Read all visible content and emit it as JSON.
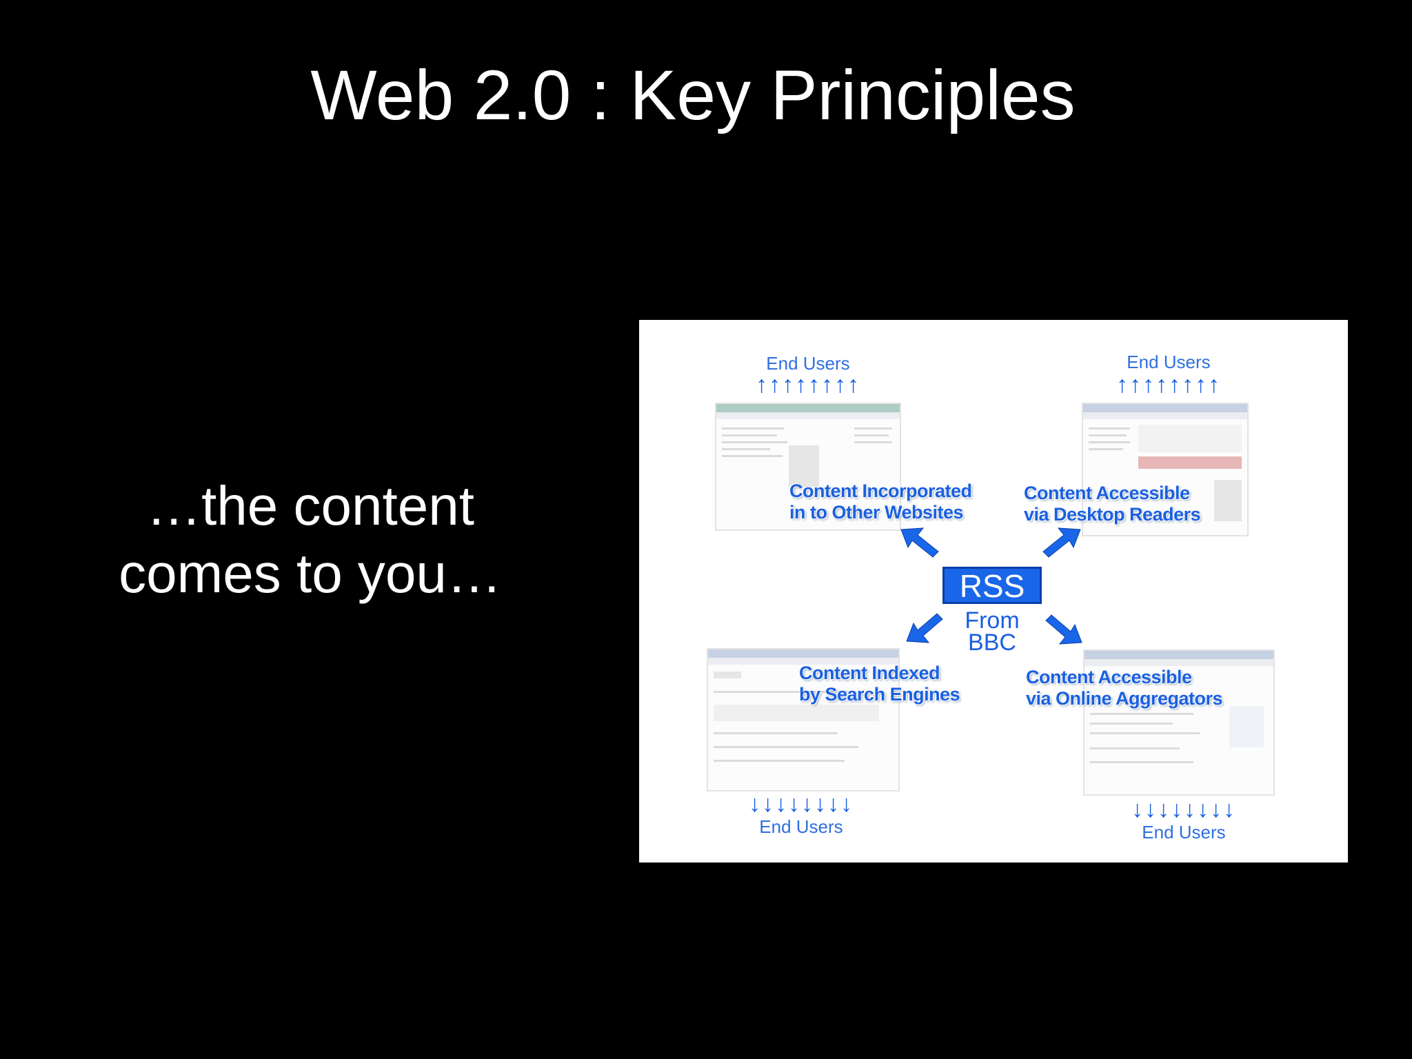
{
  "slide": {
    "title": "Web 2.0 : Key Principles",
    "tagline": [
      "…the content",
      "comes to you…"
    ]
  },
  "diagram": {
    "center": {
      "label": "RSS",
      "source": [
        "From",
        "BBC"
      ]
    },
    "end_users_label": "End Users",
    "arrow_up": "↑↑↑↑↑↑↑↑",
    "arrow_down": "↓↓↓↓↓↓↓↓",
    "quadrants": {
      "top_left": {
        "caption": [
          "Content Incorporated",
          "in to Other Websites"
        ]
      },
      "top_right": {
        "caption": [
          "Content Accessible",
          "via Desktop Readers"
        ]
      },
      "bottom_left": {
        "caption": [
          "Content Indexed",
          "by Search Engines"
        ]
      },
      "bottom_right": {
        "caption": [
          "Content Accessible",
          "via Online Aggregators"
        ]
      }
    },
    "colors": {
      "accent": "#1a66e8",
      "text": "#1a5fe0",
      "background": "#ffffff"
    }
  }
}
